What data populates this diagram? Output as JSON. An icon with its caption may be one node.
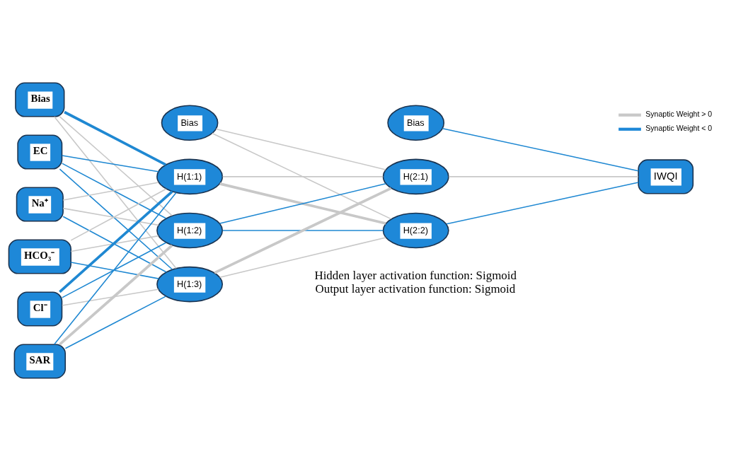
{
  "diagram": {
    "nodes": [
      {
        "text": [
          "Bias"
        ]
      },
      {
        "text": [
          "EC"
        ]
      },
      {
        "text": [
          "Na⁺"
        ]
      },
      {
        "text": [
          "HCO₃⁻"
        ]
      },
      {
        "text": [
          "Cl⁻"
        ]
      },
      {
        "text": [
          "SAR"
        ]
      },
      {
        "text": [
          "Bias"
        ]
      },
      {
        "text": [
          "H(1:1)"
        ]
      },
      {
        "text": [
          "H(1:2)"
        ]
      },
      {
        "text": [
          "H(1:3)"
        ]
      },
      {
        "text": [
          "Bias"
        ]
      },
      {
        "text": [
          "H(2:1)"
        ]
      },
      {
        "text": [
          "H(2:2)"
        ]
      },
      {
        "text": [
          "IWQI"
        ]
      }
    ],
    "edges": [
      {
        "from": 0,
        "to": 7,
        "arrow": "none",
        "color": "#1f88d2",
        "style": "thick"
      },
      {
        "from": 0,
        "to": 8,
        "arrow": "none"
      },
      {
        "from": 0,
        "to": 9,
        "arrow": "none"
      },
      {
        "from": 1,
        "to": 7,
        "arrow": "none",
        "color": "#1f88d2"
      },
      {
        "from": 1,
        "to": 8,
        "arrow": "none",
        "color": "#1f88d2"
      },
      {
        "from": 1,
        "to": 9,
        "arrow": "none",
        "color": "#1f88d2"
      },
      {
        "from": 2,
        "to": 7,
        "arrow": "none"
      },
      {
        "from": 2,
        "to": 8,
        "arrow": "none"
      },
      {
        "from": 2,
        "to": 9,
        "arrow": "none",
        "color": "#1f88d2"
      },
      {
        "from": 3,
        "to": 7,
        "arrow": "none"
      },
      {
        "from": 3,
        "to": 8,
        "arrow": "none"
      },
      {
        "from": 3,
        "to": 9,
        "arrow": "none",
        "color": "#1f88d2"
      },
      {
        "from": 4,
        "to": 7,
        "arrow": "none",
        "color": "#1f88d2",
        "style": "thick"
      },
      {
        "from": 4,
        "to": 8,
        "arrow": "none",
        "color": "#1f88d2"
      },
      {
        "from": 4,
        "to": 9,
        "arrow": "none"
      },
      {
        "from": 5,
        "to": 7,
        "arrow": "none",
        "color": "#1f88d2"
      },
      {
        "from": 5,
        "to": 8,
        "arrow": "none",
        "style": "thick"
      },
      {
        "from": 5,
        "to": 9,
        "arrow": "none",
        "color": "#1f88d2"
      },
      {
        "from": 6,
        "to": 11,
        "arrow": "none"
      },
      {
        "from": 6,
        "to": 12,
        "arrow": "none"
      },
      {
        "from": 7,
        "to": 11,
        "arrow": "none"
      },
      {
        "from": 7,
        "to": 12,
        "arrow": "none",
        "style": "thick"
      },
      {
        "from": 8,
        "to": 11,
        "arrow": "none",
        "color": "#1f88d2"
      },
      {
        "from": 8,
        "to": 12,
        "arrow": "none",
        "color": "#1f88d2"
      },
      {
        "from": 9,
        "to": 11,
        "arrow": "none",
        "style": "thick"
      },
      {
        "from": 9,
        "to": 12,
        "arrow": "none"
      },
      {
        "from": 10,
        "to": 13,
        "arrow": "none",
        "color": "#1f88d2"
      },
      {
        "from": 11,
        "to": 13,
        "arrow": "none"
      },
      {
        "from": 12,
        "to": 13,
        "arrow": "none",
        "color": "#1f88d2"
      }
    ],
    "labels": [
      "Hidden layer activation function: Sigmoid",
      "Output layer activation function: Sigmoid"
    ],
    "legend": [
      {
        "text": "Synaptic Weight > 0"
      },
      {
        "text": "Synaptic Weight < 0"
      }
    ]
  }
}
